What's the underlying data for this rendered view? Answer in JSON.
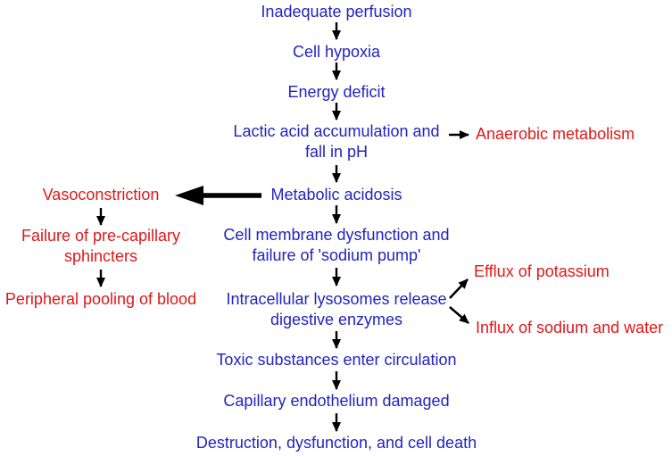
{
  "colors": {
    "primary_node_text": "#2323c1",
    "secondary_node_text": "#de1818",
    "arrow": "#000000",
    "background": "#ffffff"
  },
  "nodes": {
    "inadequate_perfusion": "Inadequate perfusion",
    "cell_hypoxia": "Cell hypoxia",
    "energy_deficit": "Energy deficit",
    "lactic_acid": "Lactic acid accumulation and\nfall in pH",
    "anaerobic_metabolism": "Anaerobic metabolism",
    "metabolic_acidosis": "Metabolic acidosis",
    "vasoconstriction": "Vasoconstriction",
    "failure_precapillary_sphincters": "Failure of pre-capillary\nsphincters",
    "peripheral_pooling": "Peripheral pooling of blood",
    "cell_membrane_dysfunction": "Cell membrane dysfunction and\nfailure of 'sodium pump'",
    "lysosomes_release": "Intracellular lysosomes release\ndigestive enzymes",
    "efflux_potassium": "Efflux of potassium",
    "influx_sodium_water": "Influx of sodium and water",
    "toxic_substances": "Toxic substances enter circulation",
    "capillary_endothelium": "Capillary endothelium damaged",
    "cell_death": "Destruction, dysfunction, and cell death"
  },
  "edges": [
    {
      "from": "inadequate_perfusion",
      "to": "cell_hypoxia",
      "style": "thin"
    },
    {
      "from": "cell_hypoxia",
      "to": "energy_deficit",
      "style": "thin"
    },
    {
      "from": "energy_deficit",
      "to": "lactic_acid",
      "style": "thin"
    },
    {
      "from": "lactic_acid",
      "to": "anaerobic_metabolism",
      "style": "thin"
    },
    {
      "from": "lactic_acid",
      "to": "metabolic_acidosis",
      "style": "thin"
    },
    {
      "from": "metabolic_acidosis",
      "to": "vasoconstriction",
      "style": "thick"
    },
    {
      "from": "vasoconstriction",
      "to": "failure_precapillary_sphincters",
      "style": "thin"
    },
    {
      "from": "failure_precapillary_sphincters",
      "to": "peripheral_pooling",
      "style": "thin"
    },
    {
      "from": "metabolic_acidosis",
      "to": "cell_membrane_dysfunction",
      "style": "thin"
    },
    {
      "from": "cell_membrane_dysfunction",
      "to": "lysosomes_release",
      "style": "thin"
    },
    {
      "from": "lysosomes_release",
      "to": "efflux_potassium",
      "style": "thin"
    },
    {
      "from": "lysosomes_release",
      "to": "influx_sodium_water",
      "style": "thin"
    },
    {
      "from": "lysosomes_release",
      "to": "toxic_substances",
      "style": "thin"
    },
    {
      "from": "toxic_substances",
      "to": "capillary_endothelium",
      "style": "thin"
    },
    {
      "from": "capillary_endothelium",
      "to": "cell_death",
      "style": "thin"
    }
  ]
}
